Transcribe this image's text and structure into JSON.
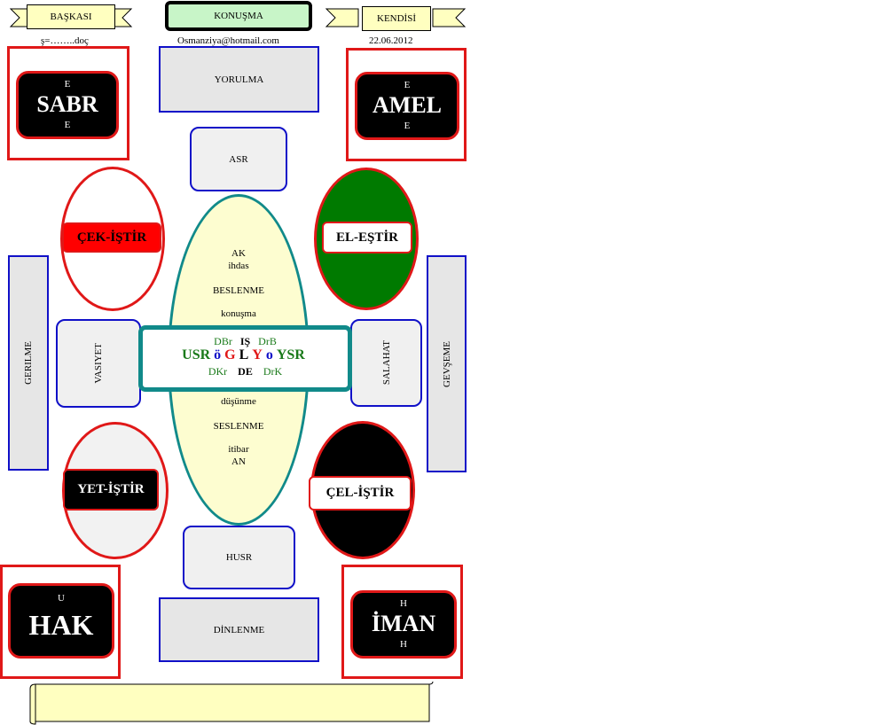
{
  "header": {
    "left_banner": "BAŞKASI",
    "center_box": "KONUŞMA",
    "right_banner": "KENDİSİ",
    "left_sub": "ş=……..doç",
    "center_sub": "Osmanziya@hotmail.com",
    "right_sub": "22.06.2012"
  },
  "corners": {
    "top_left": {
      "top": "E",
      "main": "SABR",
      "bottom": "E"
    },
    "top_right": {
      "top": "E",
      "main": "AMEL",
      "bottom": "E"
    },
    "bottom_left": {
      "top": "U",
      "main": "HAK",
      "bottom": ""
    },
    "bottom_right": {
      "top": "H",
      "main": "İMAN",
      "bottom": "H"
    }
  },
  "boxes": {
    "yorulma": "YORULMA",
    "asr": "ASR",
    "husr": "HUSR",
    "dinlenme": "DİNLENME",
    "gerilme": "GERILME",
    "gevseme": "GEVŞEME",
    "vasiyet": "VASIYET",
    "salahat": "SALAHAT"
  },
  "ovals": {
    "cek": "ÇEK-İŞTİR",
    "el": "EL-EŞTİR",
    "yet": "YET-İŞTİR",
    "cel": "ÇEL-İŞTİR"
  },
  "center_oval": {
    "upper": [
      "AK",
      "ihdas",
      "BESLENME",
      "konuşma"
    ],
    "lower": [
      "düşünme",
      "SESLENME",
      "itibar",
      "AN"
    ]
  },
  "core": {
    "top_left": "DBr",
    "top_mid": "IŞ",
    "top_right": "DrB",
    "main": [
      {
        "t": "USR",
        "c": "#1a7a1a"
      },
      {
        "t": "ö",
        "c": "#1010c8"
      },
      {
        "t": "G",
        "c": "#e01818"
      },
      {
        "t": "L",
        "c": "#000000"
      },
      {
        "t": "Y",
        "c": "#e01818"
      },
      {
        "t": "o",
        "c": "#1010c8"
      },
      {
        "t": "YSR",
        "c": "#1a7a1a"
      }
    ],
    "bottom_left": "DKr",
    "bottom_mid": "DE",
    "bottom_right": "DrK"
  },
  "colors": {
    "red": "#e01818",
    "blue": "#1010c8",
    "green": "#007a00",
    "teal": "#118a8a",
    "oval_fill": "#fdfdd0",
    "banner_fill": "#ffffc0",
    "konusma_fill": "#c8f5c8"
  }
}
